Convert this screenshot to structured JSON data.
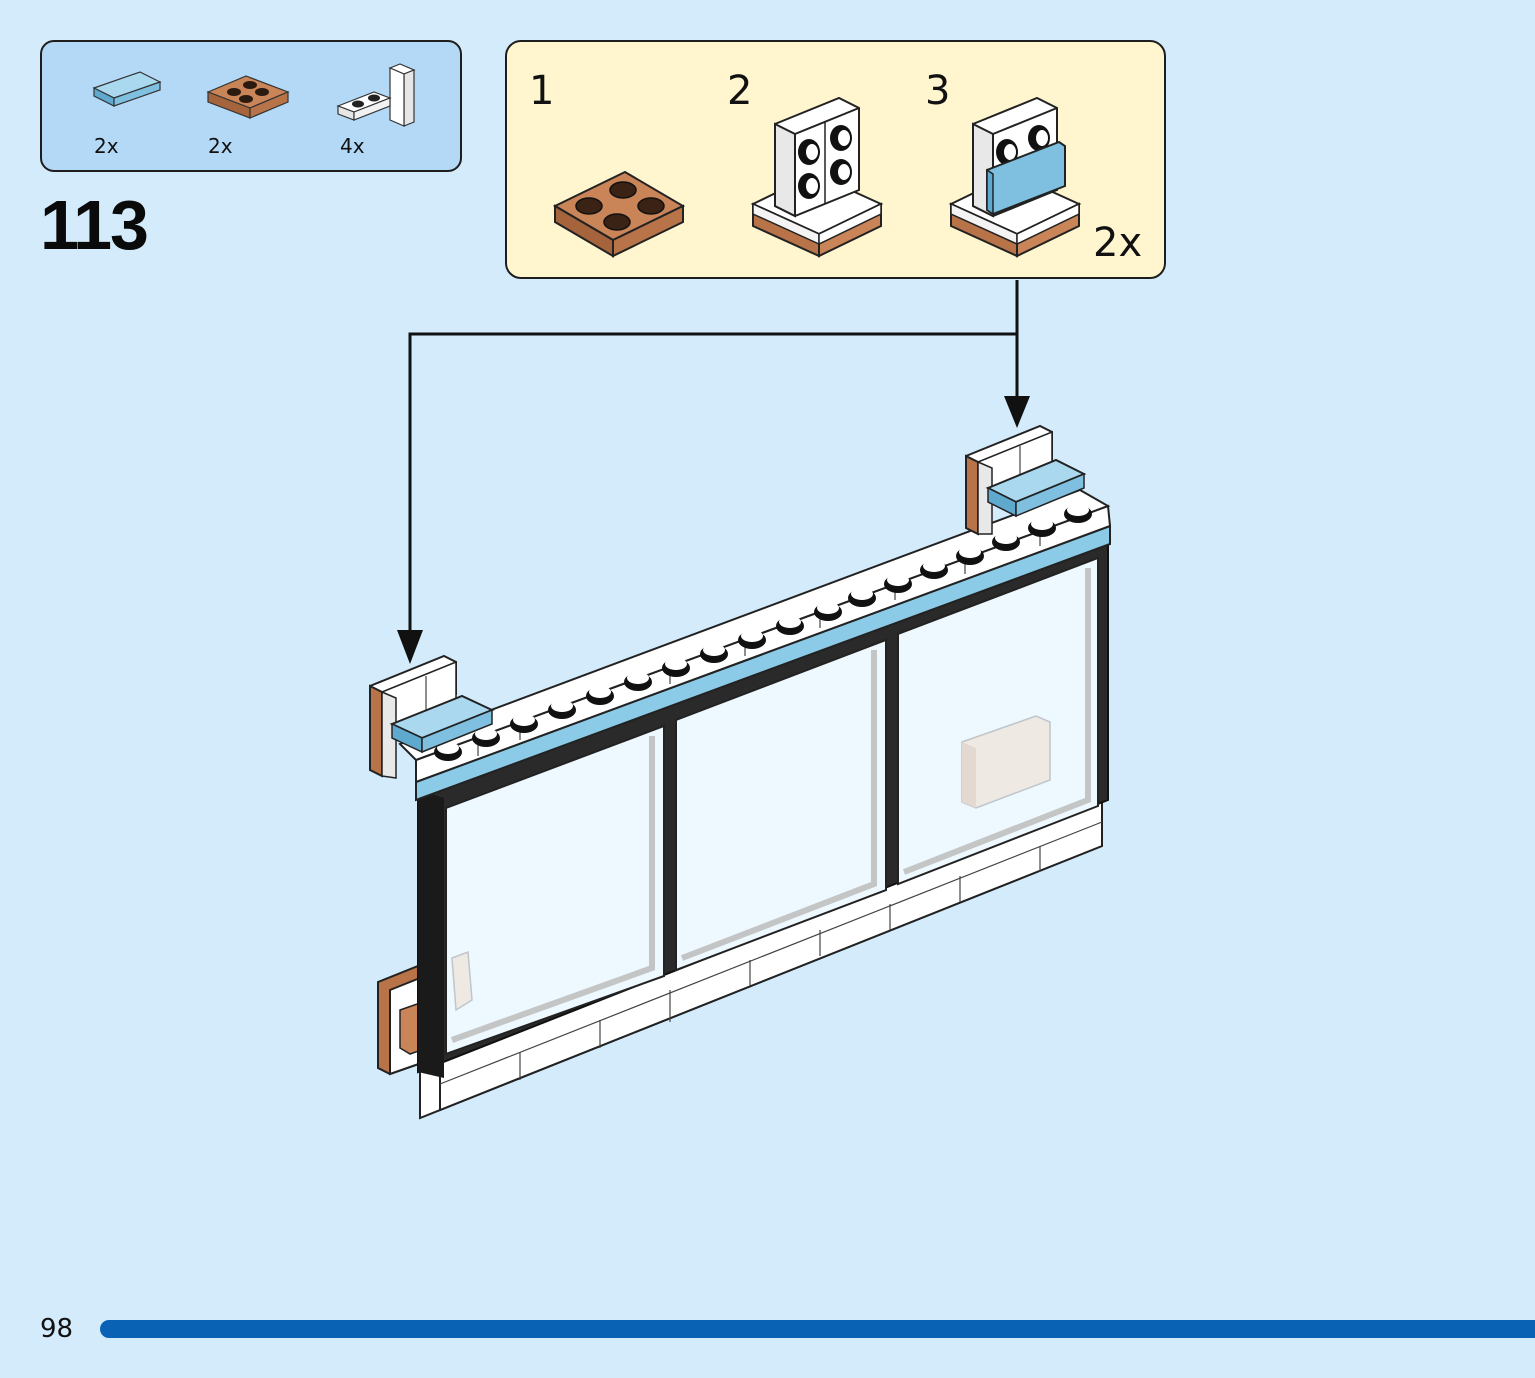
{
  "step": {
    "number": "113",
    "page_number": "98"
  },
  "parts_list": [
    {
      "icon": "light-blue-tile-1x2-icon",
      "qty": "2x",
      "color": "#7fc0e0"
    },
    {
      "icon": "brown-plate-2x2-icon",
      "qty": "2x",
      "color": "#b87348"
    },
    {
      "icon": "white-bracket-1x2-icon",
      "qty": "4x",
      "color": "#ffffff"
    }
  ],
  "sub_assembly": {
    "steps": [
      {
        "label": "1",
        "icon": "brown-plate-2x2-icon"
      },
      {
        "label": "2",
        "icon": "white-bracket-on-plate-icon"
      },
      {
        "label": "3",
        "icon": "tile-on-bracket-assembly-icon"
      }
    ],
    "multiplier": "2x"
  },
  "colors": {
    "background": "#d4ebfb",
    "parts_box": "#b4d9f6",
    "sub_box": "#fff6cf",
    "brick_brown": "#b87348",
    "tile_blue": "#7fc0e0",
    "page_bar": "#0a62b4"
  }
}
